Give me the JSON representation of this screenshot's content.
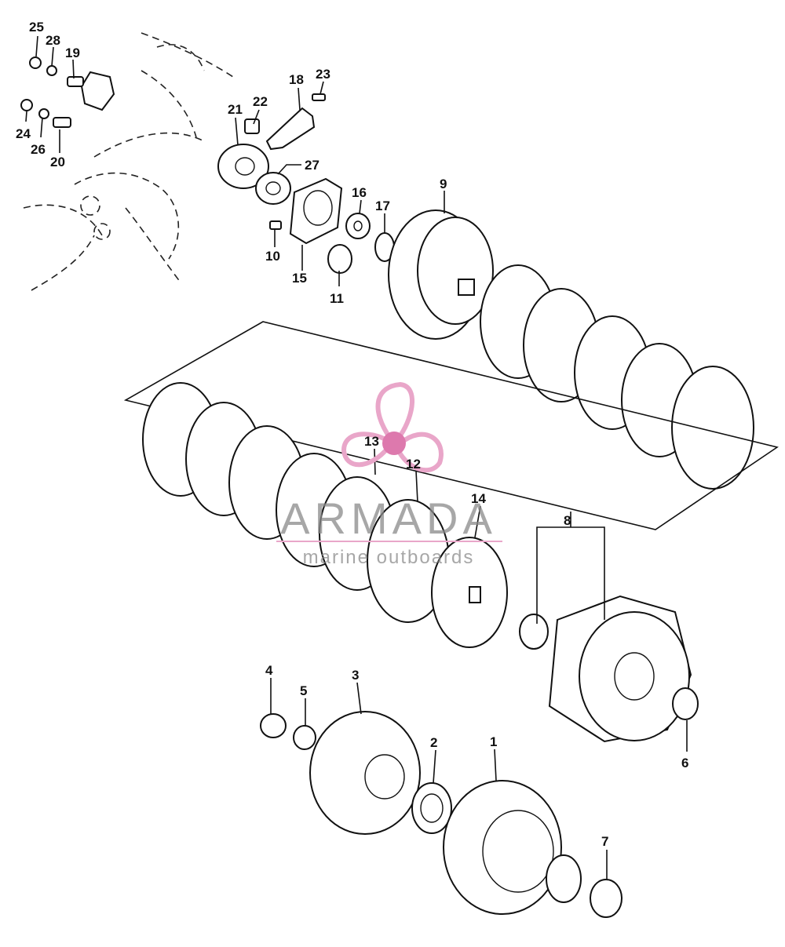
{
  "parts": [
    {
      "label": "1"
    },
    {
      "label": "2"
    },
    {
      "label": "3"
    },
    {
      "label": "4"
    },
    {
      "label": "5"
    },
    {
      "label": "6"
    },
    {
      "label": "7"
    },
    {
      "label": "8"
    },
    {
      "label": "9"
    },
    {
      "label": "10"
    },
    {
      "label": "11"
    },
    {
      "label": "12"
    },
    {
      "label": "13"
    },
    {
      "label": "14"
    },
    {
      "label": "15"
    },
    {
      "label": "16"
    },
    {
      "label": "17"
    },
    {
      "label": "18"
    },
    {
      "label": "19"
    },
    {
      "label": "20"
    },
    {
      "label": "21"
    },
    {
      "label": "22"
    },
    {
      "label": "23"
    },
    {
      "label": "24"
    },
    {
      "label": "25"
    },
    {
      "label": "26"
    },
    {
      "label": "27"
    },
    {
      "label": "28"
    }
  ],
  "watermark": {
    "brand": "ARMADA",
    "tagline": "marine outboards",
    "colors": {
      "logo": "#e9a6c9",
      "logo_center": "#dd79ad",
      "text": "#8a8a8a"
    }
  }
}
